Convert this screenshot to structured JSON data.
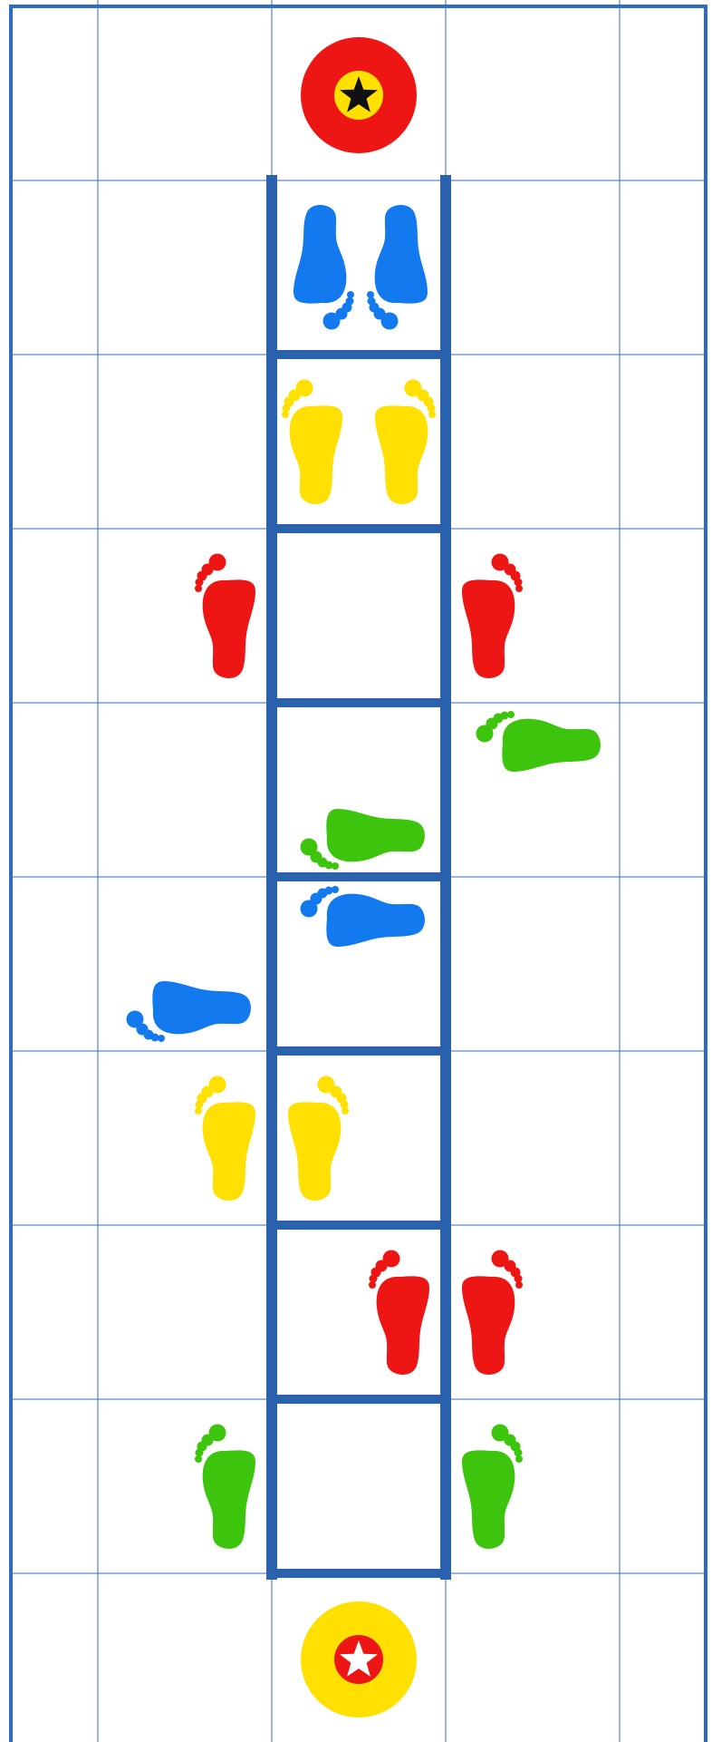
{
  "colors": {
    "background": "#ffffff",
    "grid_line": "#2d6cc0",
    "ladder": "#2a62ad",
    "red": "#ee1515",
    "yellow": "#ffe000",
    "blue": "#1279ee",
    "green": "#3dc40c",
    "black": "#111111",
    "white": "#ffffff"
  },
  "board": {
    "columns": 5,
    "rows": 10,
    "ladder": {
      "from_column": 2,
      "to_column": 3,
      "rungs": 8
    }
  },
  "markers": {
    "finish": {
      "name": "finish-marker",
      "ring_color": "red",
      "inner_color": "yellow",
      "star_color": "black",
      "icon": "star-icon"
    },
    "start": {
      "name": "start-marker",
      "ring_color": "yellow",
      "inner_color": "red",
      "star_color": "white",
      "icon": "star-icon"
    }
  },
  "footprints": [
    {
      "name": "footprint-blue-left",
      "color": "blue",
      "foot": "left",
      "direction": "down"
    },
    {
      "name": "footprint-blue-right",
      "color": "blue",
      "foot": "right",
      "direction": "down"
    },
    {
      "name": "footprint-yellow-left",
      "color": "yellow",
      "foot": "left",
      "direction": "up"
    },
    {
      "name": "footprint-yellow-right",
      "color": "yellow",
      "foot": "right",
      "direction": "up"
    },
    {
      "name": "footprint-red-left",
      "color": "red",
      "foot": "left",
      "direction": "up"
    },
    {
      "name": "footprint-red-right",
      "color": "red",
      "foot": "right",
      "direction": "up"
    },
    {
      "name": "footprint-green-right",
      "color": "green",
      "foot": "right",
      "direction": "left"
    },
    {
      "name": "footprint-green-left",
      "color": "green",
      "foot": "left",
      "direction": "left"
    },
    {
      "name": "footprint-blue-right",
      "color": "blue",
      "foot": "right",
      "direction": "left"
    },
    {
      "name": "footprint-blue-left",
      "color": "blue",
      "foot": "left",
      "direction": "left"
    },
    {
      "name": "footprint-yellow-left",
      "color": "yellow",
      "foot": "left",
      "direction": "up"
    },
    {
      "name": "footprint-yellow-right",
      "color": "yellow",
      "foot": "right",
      "direction": "up"
    },
    {
      "name": "footprint-red-left",
      "color": "red",
      "foot": "left",
      "direction": "up"
    },
    {
      "name": "footprint-red-right",
      "color": "red",
      "foot": "right",
      "direction": "up"
    },
    {
      "name": "footprint-green-left",
      "color": "green",
      "foot": "left",
      "direction": "up"
    },
    {
      "name": "footprint-green-right",
      "color": "green",
      "foot": "right",
      "direction": "up"
    }
  ]
}
